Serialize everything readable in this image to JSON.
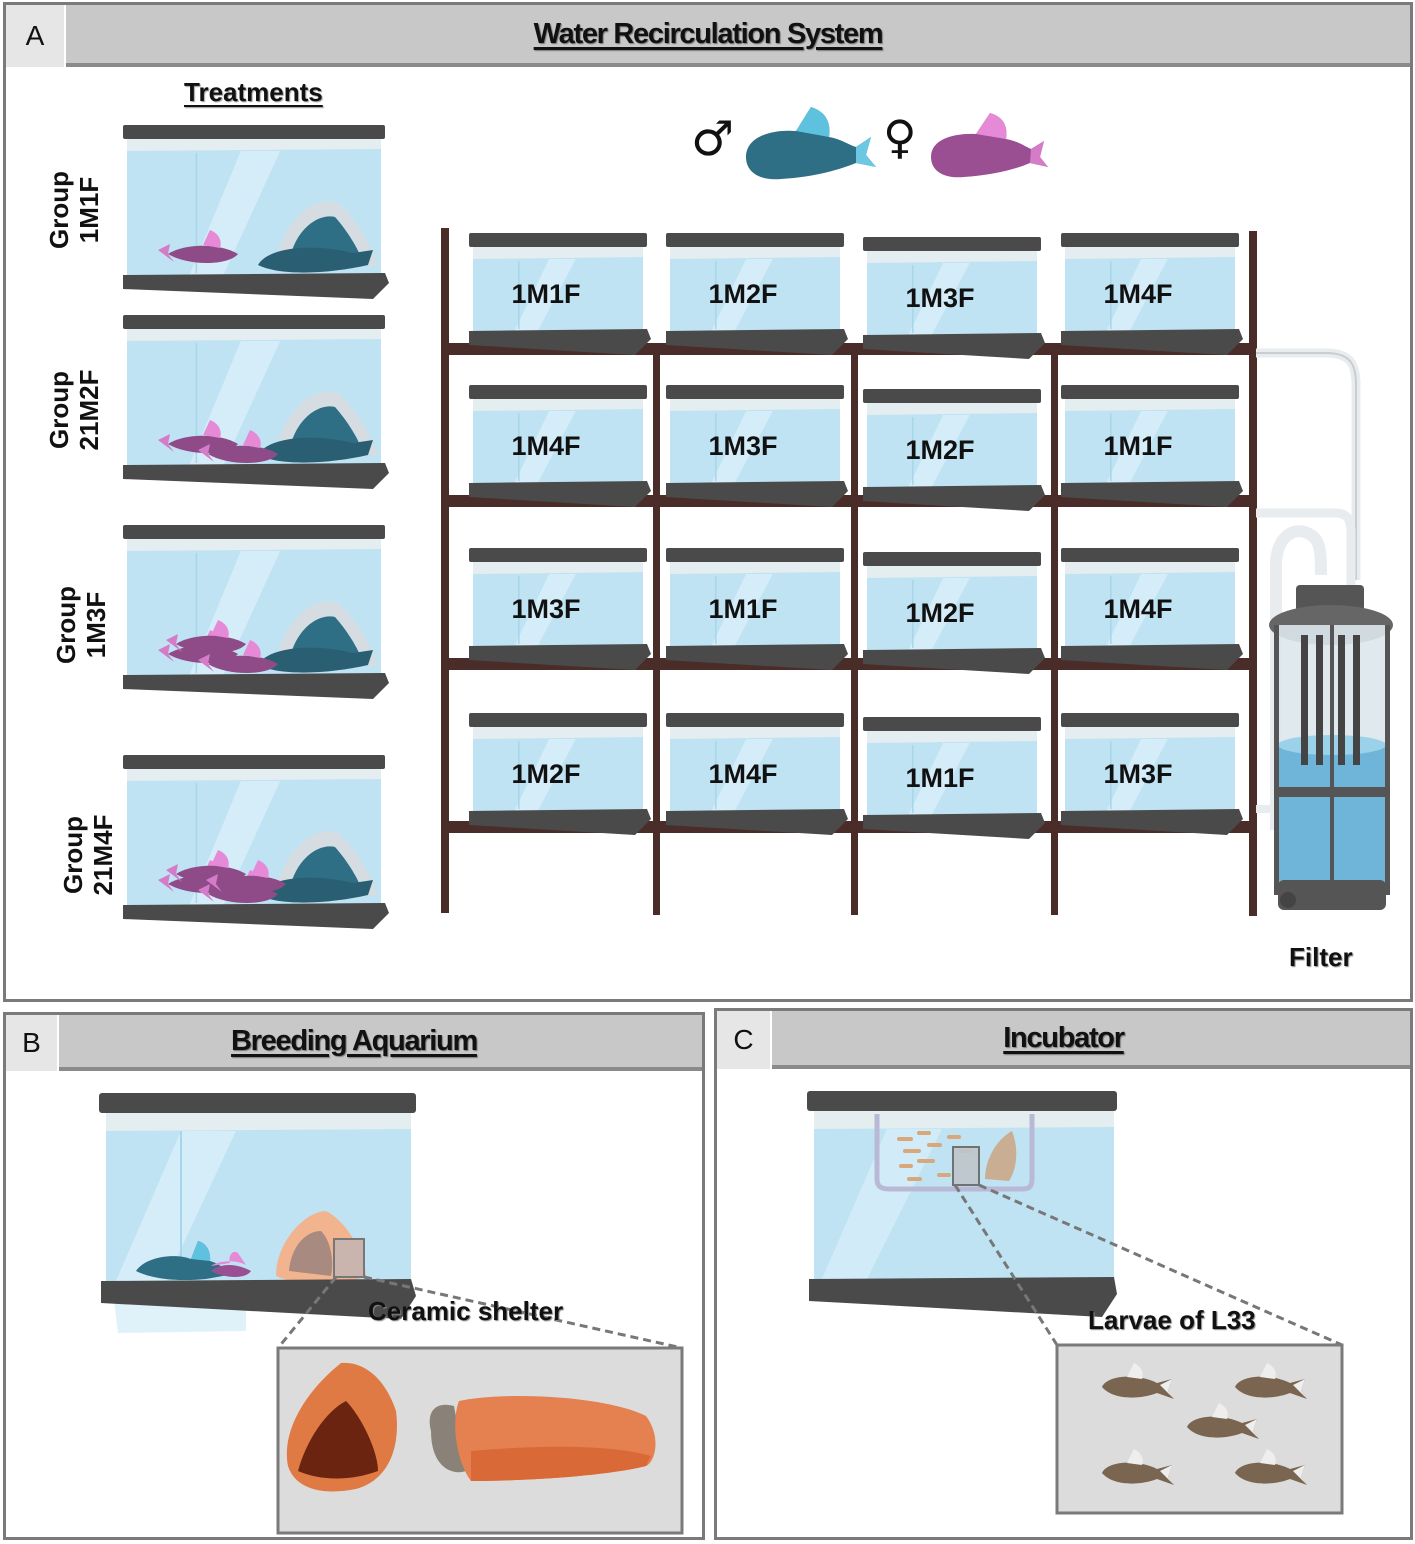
{
  "panels": {
    "a": {
      "letter": "A",
      "title": "Water Recirculation System",
      "treatments_heading": "Treatments",
      "groups": [
        {
          "word": "Group",
          "code": "1M1F",
          "females": 1
        },
        {
          "word": "Group",
          "code": "21M2F",
          "females": 2
        },
        {
          "word": "Group",
          "code": "1M3F",
          "females": 3
        },
        {
          "word": "Group",
          "code": "21M4F",
          "females": 4
        }
      ],
      "legend": {
        "male_symbol": "♂",
        "female_symbol": "♀",
        "male_color": "#2e6f85",
        "female_color": "#9a4f93"
      },
      "rack": {
        "rows": [
          [
            "1M1F",
            "1M2F",
            "1M3F",
            "1M4F"
          ],
          [
            "1M4F",
            "1M3F",
            "1M2F",
            "1M1F"
          ],
          [
            "1M3F",
            "1M1F",
            "1M2F",
            "1M4F"
          ],
          [
            "1M2F",
            "1M4F",
            "1M1F",
            "1M3F"
          ]
        ]
      },
      "filter_label": "Filter"
    },
    "b": {
      "letter": "B",
      "title": "Breeding Aquarium",
      "inset_caption": "Ceramic shelter"
    },
    "c": {
      "letter": "C",
      "title": "Incubator",
      "inset_caption": "Larvae of L33",
      "larvae_count": 5
    }
  },
  "colors": {
    "water": "#bfe3f3",
    "tank_frame": "#4a4a4a",
    "rack_wood": "#4a2c28",
    "ceramic": "#e07a45",
    "header_bg": "#c8c8c8"
  }
}
